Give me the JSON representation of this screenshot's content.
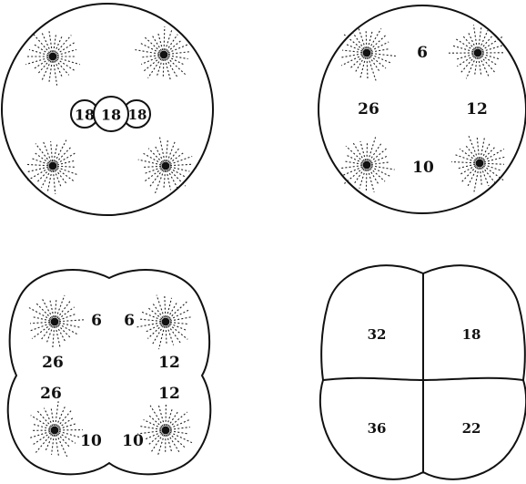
{
  "panel_1": {
    "labels": [
      "18",
      "18",
      "18"
    ]
  },
  "panel_2": {
    "labels": [
      "6",
      "26",
      "12",
      "10"
    ]
  },
  "panel_3": {
    "labels": [
      "6",
      "6",
      "26",
      "12",
      "26",
      "12",
      "10",
      "10"
    ]
  },
  "panel_4": {
    "labels": [
      "32",
      "18",
      "36",
      "22"
    ]
  },
  "colors": {
    "ink": "#111111",
    "paper": "#ffffff"
  }
}
